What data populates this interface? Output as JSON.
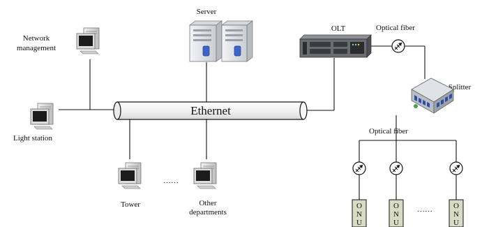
{
  "labels": {
    "network_management_line1": "Network",
    "network_management_line2": "management",
    "light_station": "Light station",
    "server": "Server",
    "ethernet": "Ethernet",
    "olt": "OLT",
    "optical_fiber_top": "Optical fiber",
    "splitter": "Splitter",
    "optical_fiber_bottom": "Optical fiber",
    "tower": "Tower",
    "other_departments_line1": "Other",
    "other_departments_line2": "departments",
    "ellipsis_computers": "……",
    "ellipsis_onus": "……"
  },
  "onu_letters": [
    "O",
    "N",
    "U"
  ],
  "colors": {
    "line": "#111111",
    "onu_box": "#d9dcc4",
    "server_body": "#e4e6ea",
    "olt_body": "#6a6c72",
    "splitter_body": "#c8ccd2",
    "splitter_ports": "#2a4fa8"
  }
}
